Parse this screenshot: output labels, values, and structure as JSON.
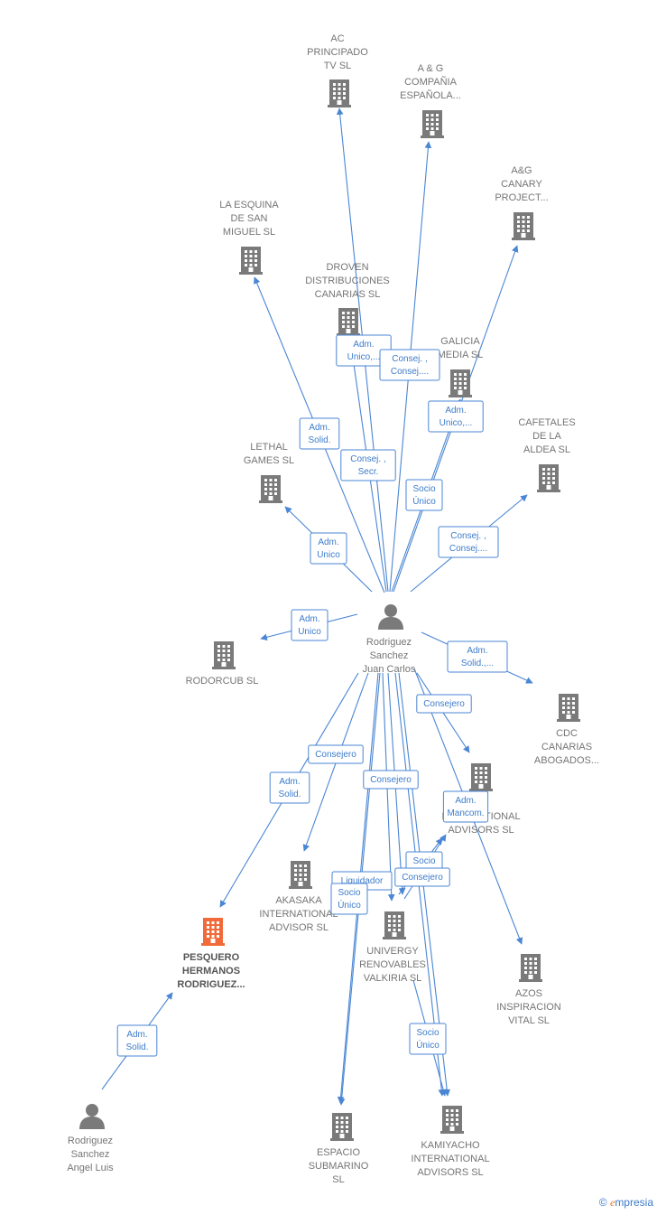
{
  "colors": {
    "edge": "#4a86d4",
    "building": "#7a7a7a",
    "building_highlight": "#f06a3a",
    "person": "#7a7a7a"
  },
  "nodes": [
    {
      "id": "ac",
      "type": "building",
      "lines": [
        "AC",
        "PRINCIPADO",
        "TV  SL"
      ]
    },
    {
      "id": "ag",
      "type": "building",
      "lines": [
        "A & G",
        "COMPAÑIA",
        "ESPAÑOLA..."
      ]
    },
    {
      "id": "agc",
      "type": "building",
      "lines": [
        "A&G",
        "CANARY",
        "PROJECT..."
      ]
    },
    {
      "id": "esq",
      "type": "building",
      "lines": [
        "LA ESQUINA",
        "DE SAN",
        "MIGUEL  SL"
      ]
    },
    {
      "id": "drv",
      "type": "building",
      "lines": [
        "DROVEN",
        "DISTRIBUCIONES",
        "CANARIAS   SL"
      ]
    },
    {
      "id": "gal",
      "type": "building",
      "lines": [
        "GALICIA",
        "MEDIA  SL"
      ]
    },
    {
      "id": "caf",
      "type": "building",
      "lines": [
        "CAFETALES",
        "DE LA",
        "ALDEA SL"
      ]
    },
    {
      "id": "let",
      "type": "building",
      "lines": [
        "LETHAL",
        "GAMES  SL"
      ]
    },
    {
      "id": "rjc",
      "type": "person",
      "lines": [
        "Rodriguez",
        "Sanchez",
        "Juan Carlos"
      ]
    },
    {
      "id": "rod",
      "type": "building",
      "lines": [
        "RODORCUB  SL"
      ]
    },
    {
      "id": "cdc",
      "type": "building",
      "lines": [
        "CDC",
        "CANARIAS",
        "ABOGADOS..."
      ]
    },
    {
      "id": "iad",
      "type": "building",
      "lines": [
        "A",
        "INTERNATIONAL",
        "ADVISORS  SL"
      ]
    },
    {
      "id": "aka",
      "type": "building",
      "lines": [
        "AKASAKA",
        "INTERNATIONAL",
        "ADVISOR  SL"
      ]
    },
    {
      "id": "pes",
      "type": "building",
      "highlight": true,
      "lines": [
        "PESQUERO",
        "HERMANOS",
        "RODRIGUEZ..."
      ]
    },
    {
      "id": "uni",
      "type": "building",
      "lines": [
        "UNIVERGY",
        "RENOVABLES",
        "VALKIRIA  SL"
      ]
    },
    {
      "id": "azo",
      "type": "building",
      "lines": [
        "AZOS",
        "INSPIRACION",
        "VITAL  SL"
      ]
    },
    {
      "id": "ral",
      "type": "person",
      "lines": [
        "Rodriguez",
        "Sanchez",
        "Angel Luis"
      ]
    },
    {
      "id": "esp",
      "type": "building",
      "lines": [
        "ESPACIO",
        "SUBMARINO",
        "SL"
      ]
    },
    {
      "id": "kam",
      "type": "building",
      "lines": [
        "KAMIYACHO",
        "INTERNATIONAL",
        "ADVISORS  SL"
      ]
    }
  ],
  "edges": [
    {
      "id": "e-ac",
      "lines": [
        "Adm.",
        "Unico,..."
      ]
    },
    {
      "id": "e-ag",
      "lines": [
        "Consej. ,",
        "Consej...."
      ]
    },
    {
      "id": "e-agc",
      "lines": [
        "Adm.",
        "Unico,..."
      ]
    },
    {
      "id": "e-esq",
      "lines": [
        "Adm.",
        "Solid."
      ]
    },
    {
      "id": "e-drv",
      "lines": [
        "Consej. ,",
        "Secr."
      ]
    },
    {
      "id": "e-gal",
      "lines": [
        "Socio",
        "Único"
      ]
    },
    {
      "id": "e-caf",
      "lines": [
        "Consej. ,",
        "Consej...."
      ]
    },
    {
      "id": "e-let",
      "lines": [
        "Adm.",
        "Unico"
      ]
    },
    {
      "id": "e-rod",
      "lines": [
        "Adm.",
        "Unico"
      ]
    },
    {
      "id": "e-cdc",
      "lines": [
        "Adm.",
        "Solid.,..."
      ]
    },
    {
      "id": "e-iad1",
      "lines": [
        "Consejero"
      ]
    },
    {
      "id": "e-iad2",
      "lines": [
        "Adm.",
        "Mancom."
      ]
    },
    {
      "id": "e-aka",
      "lines": [
        "Consejero"
      ]
    },
    {
      "id": "e-pes",
      "lines": [
        "Adm.",
        "Solid."
      ]
    },
    {
      "id": "e-uni1",
      "lines": [
        "Consejero"
      ]
    },
    {
      "id": "e-liq",
      "lines": [
        "Liquidador"
      ]
    },
    {
      "id": "e-esp",
      "lines": [
        "Socio",
        "Único"
      ]
    },
    {
      "id": "e-iad3",
      "lines": [
        "Socio"
      ]
    },
    {
      "id": "e-iad4",
      "lines": [
        "Consejero"
      ]
    },
    {
      "id": "e-kam",
      "lines": [
        "Socio",
        "Único"
      ]
    },
    {
      "id": "e-ral",
      "lines": [
        "Adm.",
        "Solid."
      ]
    }
  ],
  "watermark": {
    "copyright": "©",
    "brand_initial": "e",
    "brand_rest": "mpresia"
  }
}
